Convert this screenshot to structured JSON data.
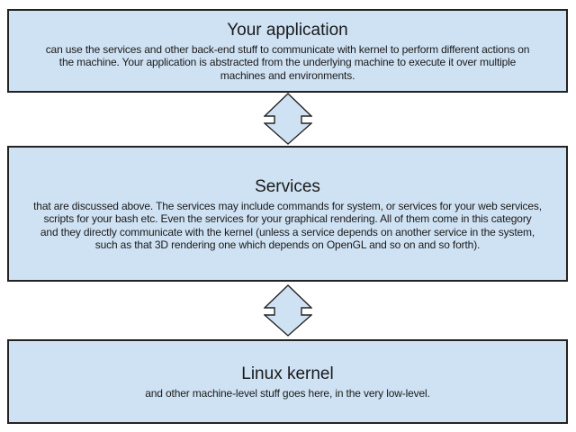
{
  "colors": {
    "box_fill": "#cfe2f3",
    "box_border": "#232323",
    "text": "#1a1a1a",
    "background": "#ffffff"
  },
  "diagram": {
    "boxes": [
      {
        "id": "application",
        "title": "Your application",
        "body_lines": [
          "can use the services and other back-end stuff to communicate with kernel to perform different actions on",
          "the machine. Your application is abstracted from the underlying machine to execute it over multiple",
          "machines and environments."
        ]
      },
      {
        "id": "services",
        "title": "Services",
        "body_lines": [
          "that are discussed above. The services may include commands for system, or services for your web services,",
          "scripts for your bash etc. Even the services for your graphical rendering. All of them come in this category",
          "and they directly communicate with the kernel (unless a service depends on another service in the system,",
          "such as that 3D rendering one which depends on OpenGL and so on and so forth)."
        ]
      },
      {
        "id": "kernel",
        "title": "Linux kernel",
        "body_lines": [
          "and other machine-level stuff goes here, in the very low-level."
        ]
      }
    ],
    "connectors": [
      {
        "type": "up-down-arrow",
        "between": [
          "application",
          "services"
        ]
      },
      {
        "type": "up-down-arrow",
        "between": [
          "services",
          "kernel"
        ]
      }
    ]
  }
}
